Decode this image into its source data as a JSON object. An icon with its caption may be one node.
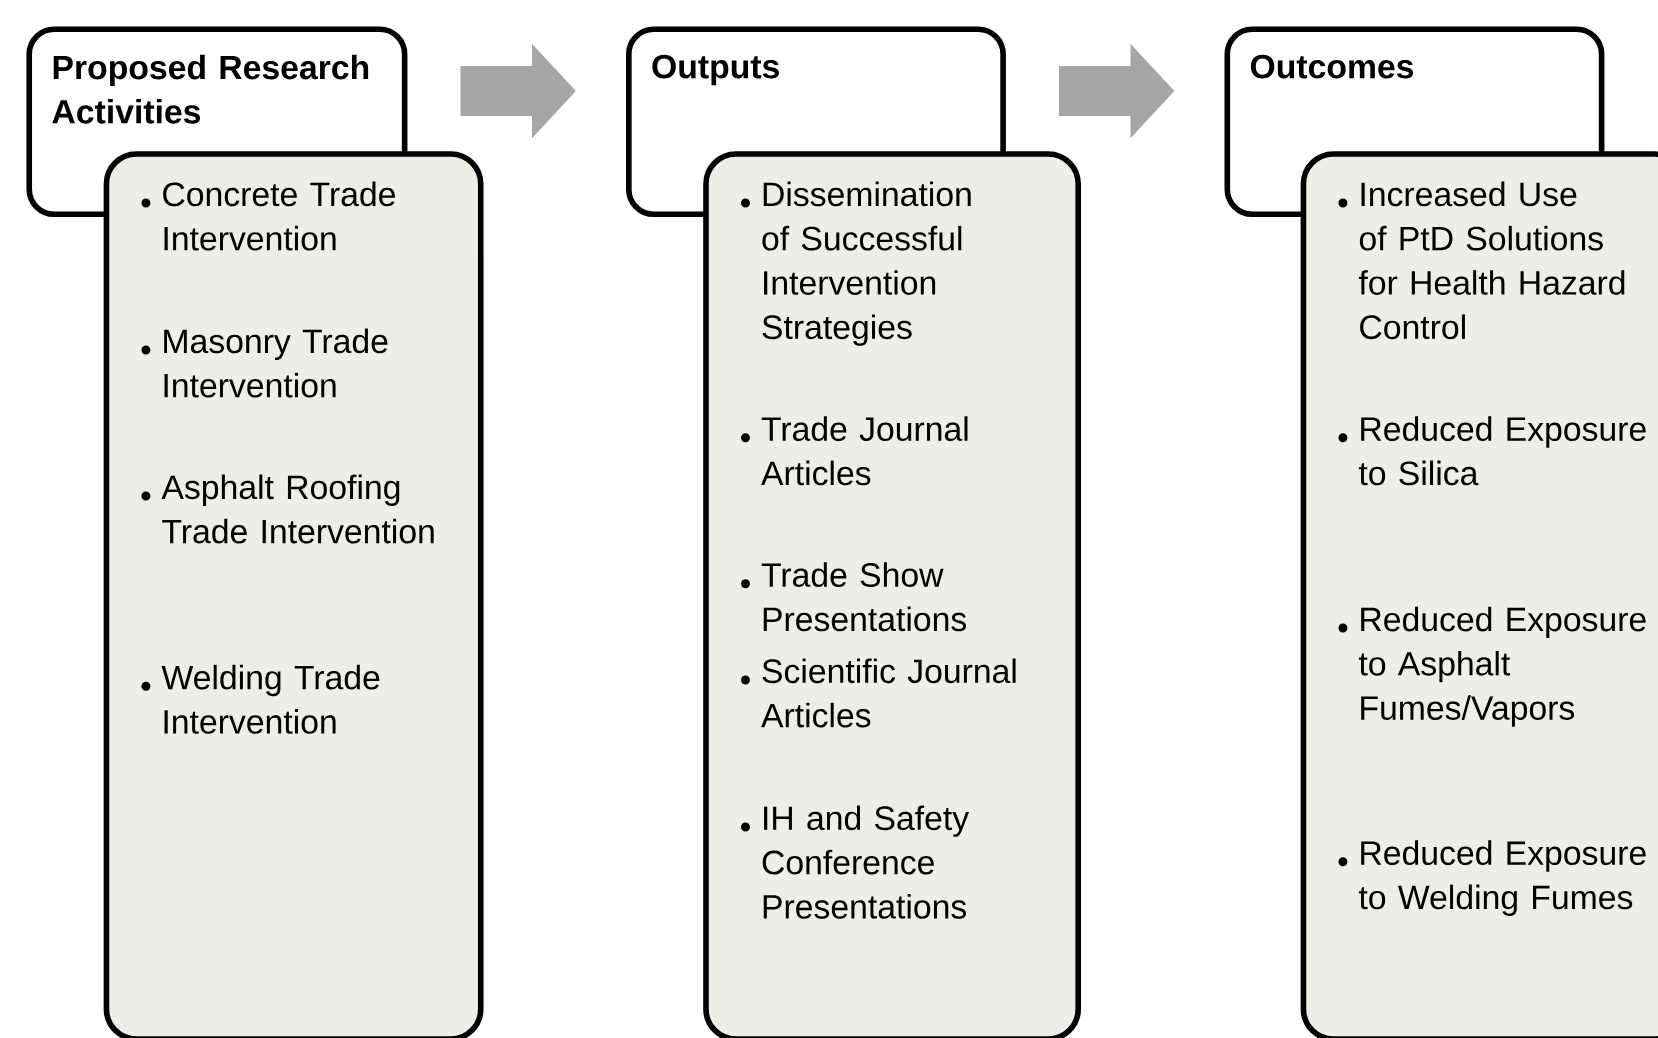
{
  "diagram": {
    "nodes": [
      {
        "text": [
          "Proposed Research Activities"
        ]
      },
      {
        "text": [
          "Concrete Trade Intervention",
          "Masonry Trade Intervention",
          "Asphalt Roofing Trade Intervention",
          "Welding Trade Intervention"
        ]
      },
      {
        "text": [
          "Outputs"
        ]
      },
      {
        "text": [
          "Dissemination of Successful Intervention Strategies",
          "Trade Journal Articles",
          "Trade Show Presentations",
          "Scientific Journal Articles",
          "IH and Safety Conference Presentations"
        ]
      },
      {
        "text": [
          "Outcomes"
        ]
      },
      {
        "text": [
          "Increased Use of PtD Solutions for Health Hazard Control",
          "Reduced Exposure to Silica",
          "Reduced Exposure to Asphalt Fumes/Vapors",
          "Reduced Exposure to Welding Fumes"
        ]
      }
    ],
    "edges": [
      {
        "from": 0,
        "to": 2,
        "arrow": "to"
      },
      {
        "from": 2,
        "to": 4,
        "arrow": "to"
      }
    ]
  }
}
